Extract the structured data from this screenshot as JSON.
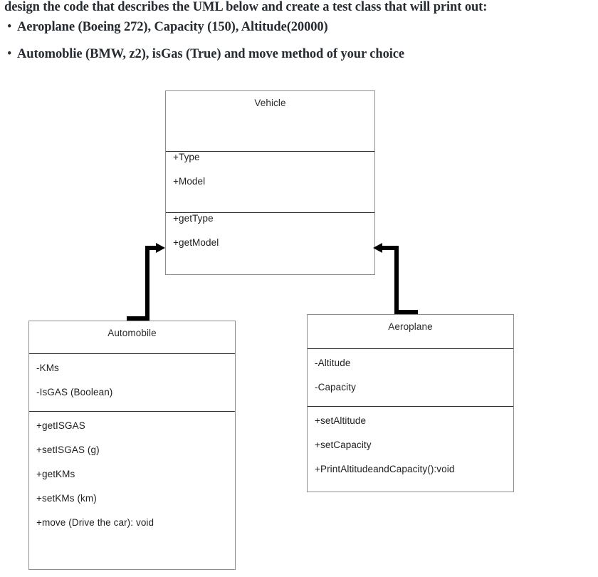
{
  "prose": {
    "intro": "design the code that describes the UML below and create a test class that will print out:",
    "bullet_glyph": "•",
    "bullets": [
      "Aeroplane (Boeing 272), Capacity (150), Altitude(20000)",
      "Automoblie (BMW, z2), isGas (True) and move method of your choice"
    ]
  },
  "diagram": {
    "type": "uml-class-diagram",
    "classes": [
      {
        "id": "vehicle",
        "name": "Vehicle",
        "attributes": [
          "+Type",
          "+Model"
        ],
        "operations": [
          "+getType",
          "+getModel"
        ]
      },
      {
        "id": "automobile",
        "name": "Automobile",
        "attributes": [
          "-KMs",
          "-IsGAS (Boolean)"
        ],
        "operations": [
          "+getISGAS",
          "+setISGAS (g)",
          "+getKMs",
          "+setKMs (km)",
          "+move (Drive the car): void"
        ]
      },
      {
        "id": "aeroplane",
        "name": "Aeroplane",
        "attributes": [
          "-Altitude",
          "-Capacity"
        ],
        "operations": [
          "+setAltitude",
          "+setCapacity",
          "+PrintAltitudeandCapacity():void"
        ]
      }
    ],
    "relationships": [
      {
        "from": "automobile",
        "to": "vehicle",
        "kind": "inheritance-arrow"
      },
      {
        "from": "aeroplane",
        "to": "vehicle",
        "kind": "inheritance-arrow"
      }
    ]
  },
  "colors": {
    "box_border": "#8d8d8d",
    "divider": "#2b2b2b",
    "connector": "#000000",
    "text": "#1d1d1d",
    "prose_text": "#262c32",
    "background": "#ffffff"
  }
}
